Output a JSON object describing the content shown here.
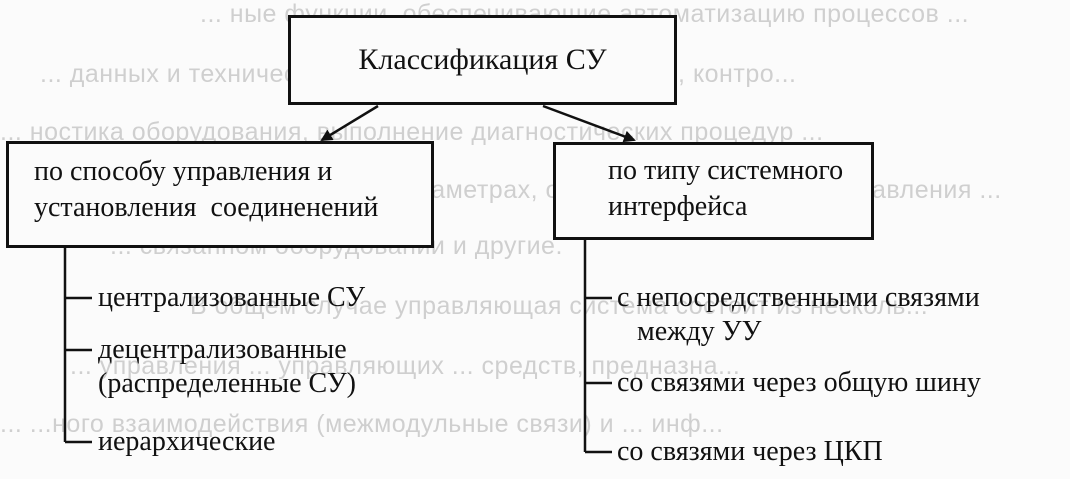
{
  "background_text": [
    "... ные функции, обеспечивающие автоматизацию процессов ...",
    "... данных и технического состояния и т.п., например, контро...",
    "... ностика оборудования, выполнение диагностических процедур ...",
    "... информацию о параметрах, определение способов управления ...",
    "... связанном оборудовании и другие.",
    "В общем случае управляющая система состоит из несколь...",
    "... управления ... управляющих ... средств, предназна...",
    "... ...ного взаимодействия (межмодульные связи) и ... инф..."
  ],
  "root": {
    "label": "Классификация СУ"
  },
  "left_branch": {
    "line1": "по способу управления и",
    "line2": "установления  соединенений",
    "items": [
      [
        "централизованные СУ"
      ],
      [
        "децентрализованные",
        "(распределенные СУ)"
      ],
      [
        "иерархические"
      ]
    ]
  },
  "right_branch": {
    "line1": "по типу системного",
    "line2": "интерфейса",
    "items": [
      [
        "с непосредственными связями",
        "между УУ"
      ],
      [
        "со связями через общую шину"
      ],
      [
        "со связями через ЦКП"
      ]
    ]
  }
}
